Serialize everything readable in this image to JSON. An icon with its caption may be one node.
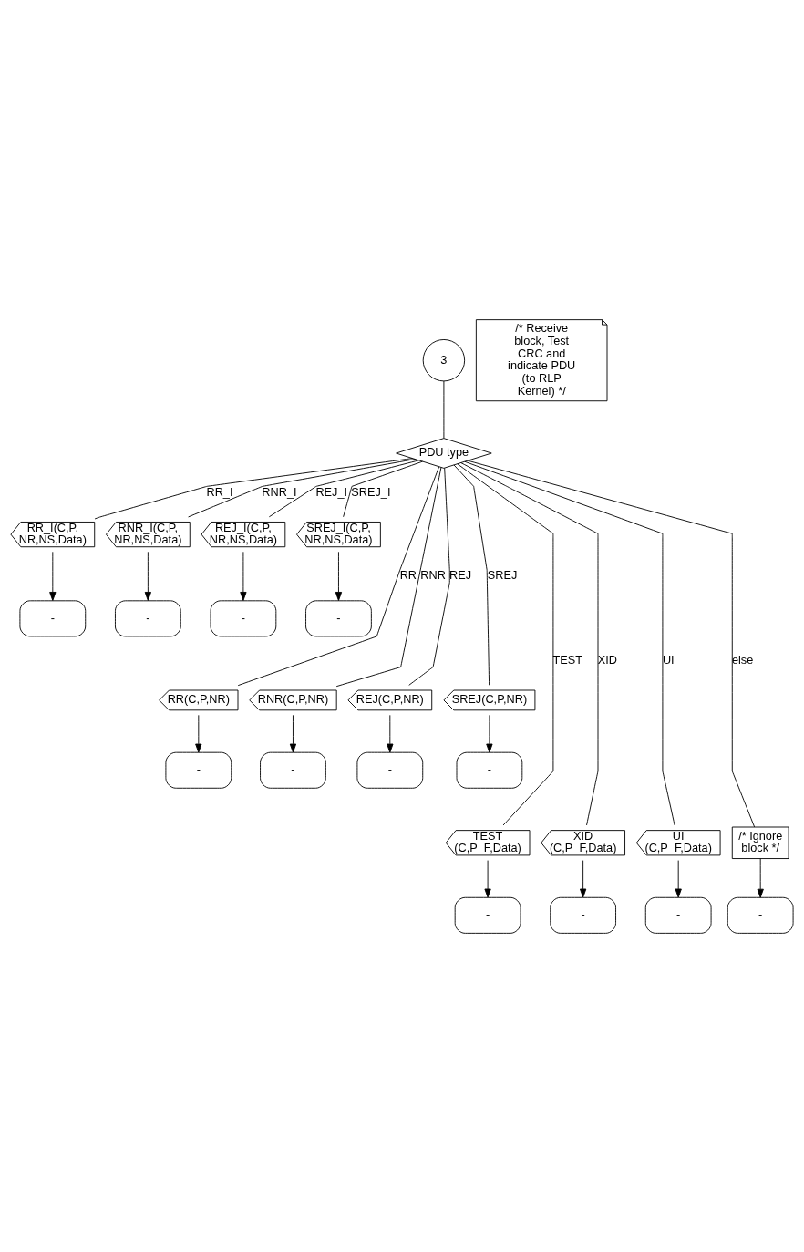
{
  "diagram": {
    "nodes": [
      {
        "text": [
          "3"
        ]
      },
      {
        "text": [
          "/* Receive block, Test CRC and indicate PDU (to RLP Kernel) */"
        ]
      },
      {
        "text": [
          "PDU type"
        ]
      },
      {
        "text": [
          "RR_I(C,P, NR,NS,Data)"
        ]
      },
      {
        "text": [
          "RNR_I(C,P, NR,NS,Data)"
        ]
      },
      {
        "text": [
          "REJ_I(C,P, NR,NS,Data)"
        ]
      },
      {
        "text": [
          "SREJ_I(C,P, NR,NS,Data)"
        ]
      },
      {
        "text": [
          "-"
        ]
      },
      {
        "text": [
          "-"
        ]
      },
      {
        "text": [
          "-"
        ]
      },
      {
        "text": [
          "-"
        ]
      },
      {
        "text": [
          "RR(C,P,NR)"
        ]
      },
      {
        "text": [
          "RNR(C,P,NR)"
        ]
      },
      {
        "text": [
          "REJ(C,P,NR)"
        ]
      },
      {
        "text": [
          "SREJ(C,P,NR)"
        ]
      },
      {
        "text": [
          "-"
        ]
      },
      {
        "text": [
          "-"
        ]
      },
      {
        "text": [
          "-"
        ]
      },
      {
        "text": [
          "-"
        ]
      },
      {
        "text": [
          "TEST (C,P_F,Data)"
        ]
      },
      {
        "text": [
          "XID (C,P_F,Data)"
        ]
      },
      {
        "text": [
          "UI (C,P_F,Data)"
        ]
      },
      {
        "text": [
          "/* Ignore block */"
        ]
      },
      {
        "text": [
          "-"
        ]
      },
      {
        "text": [
          "-"
        ]
      },
      {
        "text": [
          "-"
        ]
      },
      {
        "text": [
          "-"
        ]
      }
    ],
    "edges": [
      {
        "from": 0,
        "to": 2,
        "arrow": "none"
      },
      {
        "from": 2,
        "to": 3,
        "arrow": "none",
        "label": "RR_I"
      },
      {
        "from": 2,
        "to": 4,
        "arrow": "none",
        "label": "RNR_I"
      },
      {
        "from": 2,
        "to": 5,
        "arrow": "none",
        "label": "REJ_I"
      },
      {
        "from": 2,
        "to": 6,
        "arrow": "none",
        "label": "SREJ_I"
      },
      {
        "from": 3,
        "to": 7,
        "arrow": "to"
      },
      {
        "from": 4,
        "to": 8,
        "arrow": "to"
      },
      {
        "from": 5,
        "to": 9,
        "arrow": "to"
      },
      {
        "from": 6,
        "to": 10,
        "arrow": "to"
      },
      {
        "from": 2,
        "to": 11,
        "arrow": "none",
        "label": "RR"
      },
      {
        "from": 2,
        "to": 12,
        "arrow": "none",
        "label": "RNR"
      },
      {
        "from": 2,
        "to": 13,
        "arrow": "none",
        "label": "REJ"
      },
      {
        "from": 2,
        "to": 14,
        "arrow": "none",
        "label": "SREJ"
      },
      {
        "from": 11,
        "to": 15,
        "arrow": "to"
      },
      {
        "from": 12,
        "to": 16,
        "arrow": "to"
      },
      {
        "from": 13,
        "to": 17,
        "arrow": "to"
      },
      {
        "from": 14,
        "to": 18,
        "arrow": "to"
      },
      {
        "from": 2,
        "to": 19,
        "arrow": "none",
        "label": "TEST"
      },
      {
        "from": 2,
        "to": 20,
        "arrow": "none",
        "label": "XID"
      },
      {
        "from": 2,
        "to": 21,
        "arrow": "none",
        "label": "UI"
      },
      {
        "from": 2,
        "to": 22,
        "arrow": "none",
        "label": "else"
      },
      {
        "from": 19,
        "to": 23,
        "arrow": "to"
      },
      {
        "from": 20,
        "to": 24,
        "arrow": "to"
      },
      {
        "from": 21,
        "to": 25,
        "arrow": "to"
      },
      {
        "from": 22,
        "to": 26,
        "arrow": "to"
      }
    ]
  }
}
